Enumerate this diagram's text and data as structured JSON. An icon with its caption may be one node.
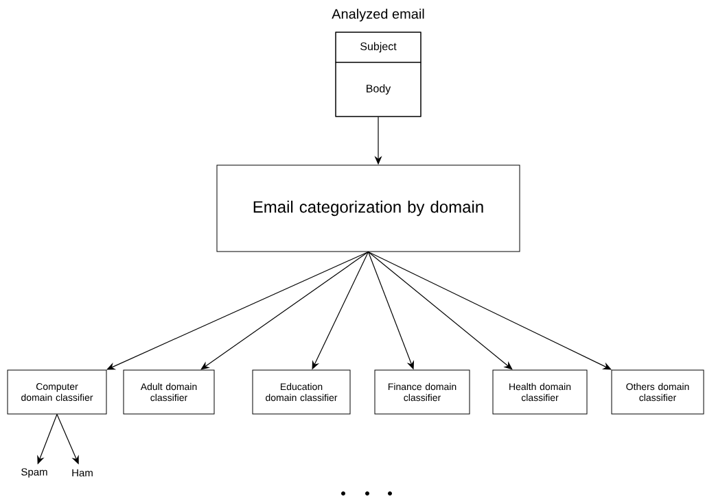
{
  "diagram": {
    "nodes": [
      {
        "text": [
          "Analyzed email"
        ]
      },
      {
        "text": [
          "Subject"
        ],
        "in": 0
      },
      {
        "text": [
          "Body"
        ],
        "in": 0
      },
      {
        "text": [
          "Email categorization by domain"
        ]
      },
      {
        "text": [
          "Computer domain classifier"
        ]
      },
      {
        "text": [
          "Adult domain classifier"
        ]
      },
      {
        "text": [
          "Education domain classifier"
        ]
      },
      {
        "text": [
          "Finance domain classifier"
        ]
      },
      {
        "text": [
          "Health domain classifier"
        ]
      },
      {
        "text": [
          "Others domain classifier"
        ]
      },
      {
        "text": [
          "Spam"
        ]
      },
      {
        "text": [
          "Ham"
        ]
      }
    ],
    "edges": [
      {
        "from": 0,
        "to": 3,
        "arrow": "to"
      },
      {
        "from": 3,
        "to": 4,
        "arrow": "to"
      },
      {
        "from": 3,
        "to": 5,
        "arrow": "to"
      },
      {
        "from": 3,
        "to": 6,
        "arrow": "to"
      },
      {
        "from": 3,
        "to": 7,
        "arrow": "to"
      },
      {
        "from": 3,
        "to": 8,
        "arrow": "to"
      },
      {
        "from": 3,
        "to": 9,
        "arrow": "to"
      },
      {
        "from": 4,
        "to": 10,
        "arrow": "to"
      },
      {
        "from": 4,
        "to": 11,
        "arrow": "to"
      }
    ]
  }
}
